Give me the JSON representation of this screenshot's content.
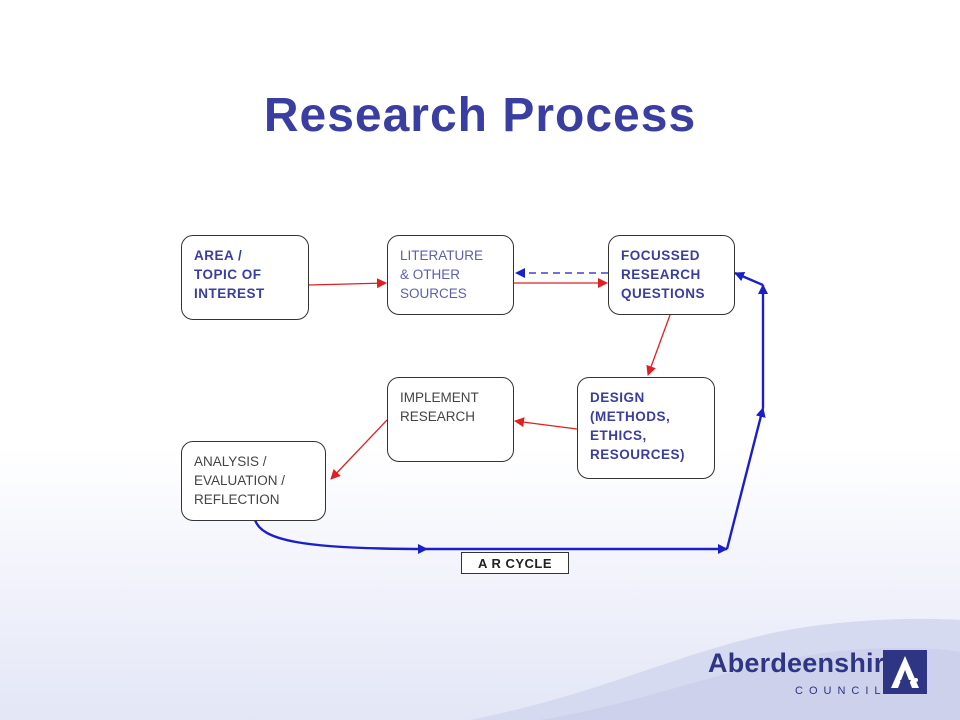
{
  "title": "Research Process",
  "nodes": {
    "area": "AREA /\nTOPIC OF\nINTEREST",
    "literature": "LITERATURE\n& OTHER\nSOURCES",
    "focussed": "FOCUSSED\nRESEARCH\nQUESTIONS",
    "design": "DESIGN\n(METHODS,\nETHICS,\nRESOURCES)",
    "implement": "IMPLEMENT\nRESEARCH",
    "analysis": "ANALYSIS /\nEVALUATION /\nREFLECTION"
  },
  "cycle_label": "A R CYCLE",
  "logo": {
    "name": "Aberdeenshire",
    "sub": "COUNCIL"
  },
  "colors": {
    "title": "#3a3ea0",
    "red_arrow": "#e02020",
    "blue_arrow": "#1a1fc8"
  }
}
